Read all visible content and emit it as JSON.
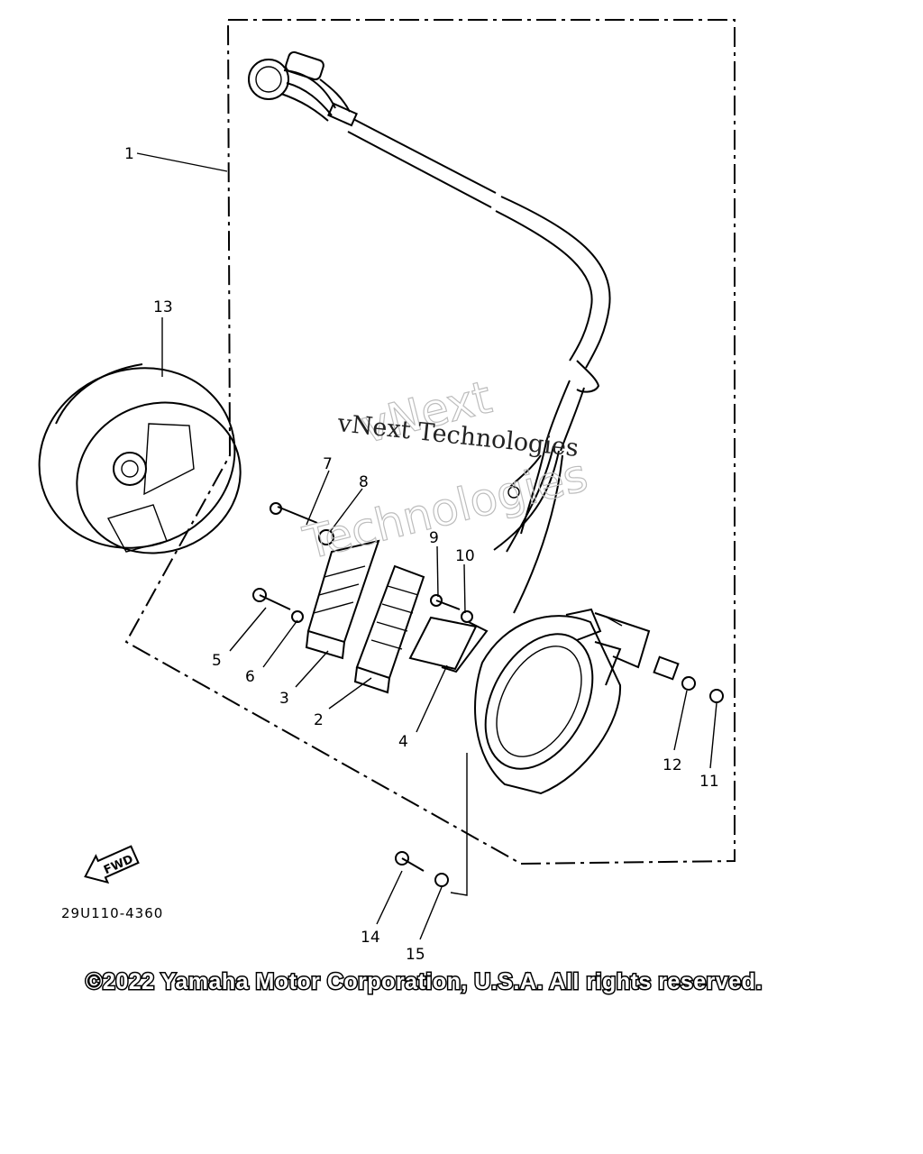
{
  "diagram": {
    "part_code": "29U110-4360",
    "fwd_label": "FWD",
    "watermark_primary": "vNext Technologies",
    "watermark_outline_line1": "vNext",
    "watermark_outline_line2": "Technologies",
    "copyright": "©2022 Yamaha Motor Corporation, U.S.A. All rights reserved.",
    "callouts": [
      "1",
      "2",
      "3",
      "4",
      "5",
      "6",
      "7",
      "8",
      "9",
      "10",
      "11",
      "12",
      "13",
      "14",
      "15"
    ]
  }
}
